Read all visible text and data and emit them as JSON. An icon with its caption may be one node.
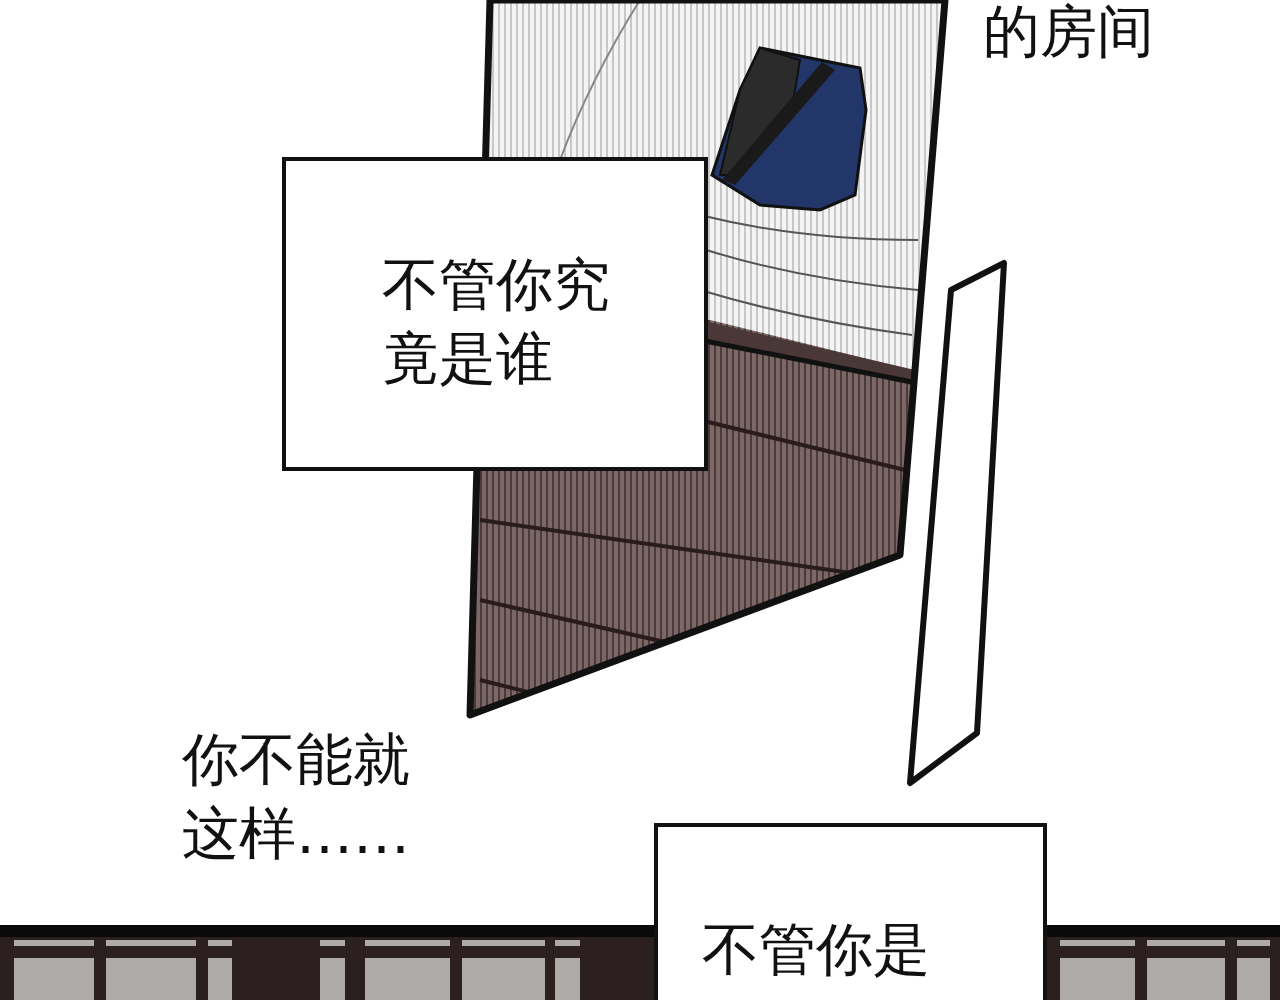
{
  "diagram": {
    "nodes": [
      {
        "text": [
          "不管你究竟是谁"
        ]
      },
      {
        "text": [
          "不管你是"
        ]
      }
    ],
    "labels": [
      "的房间",
      "你不能就这样……"
    ]
  }
}
